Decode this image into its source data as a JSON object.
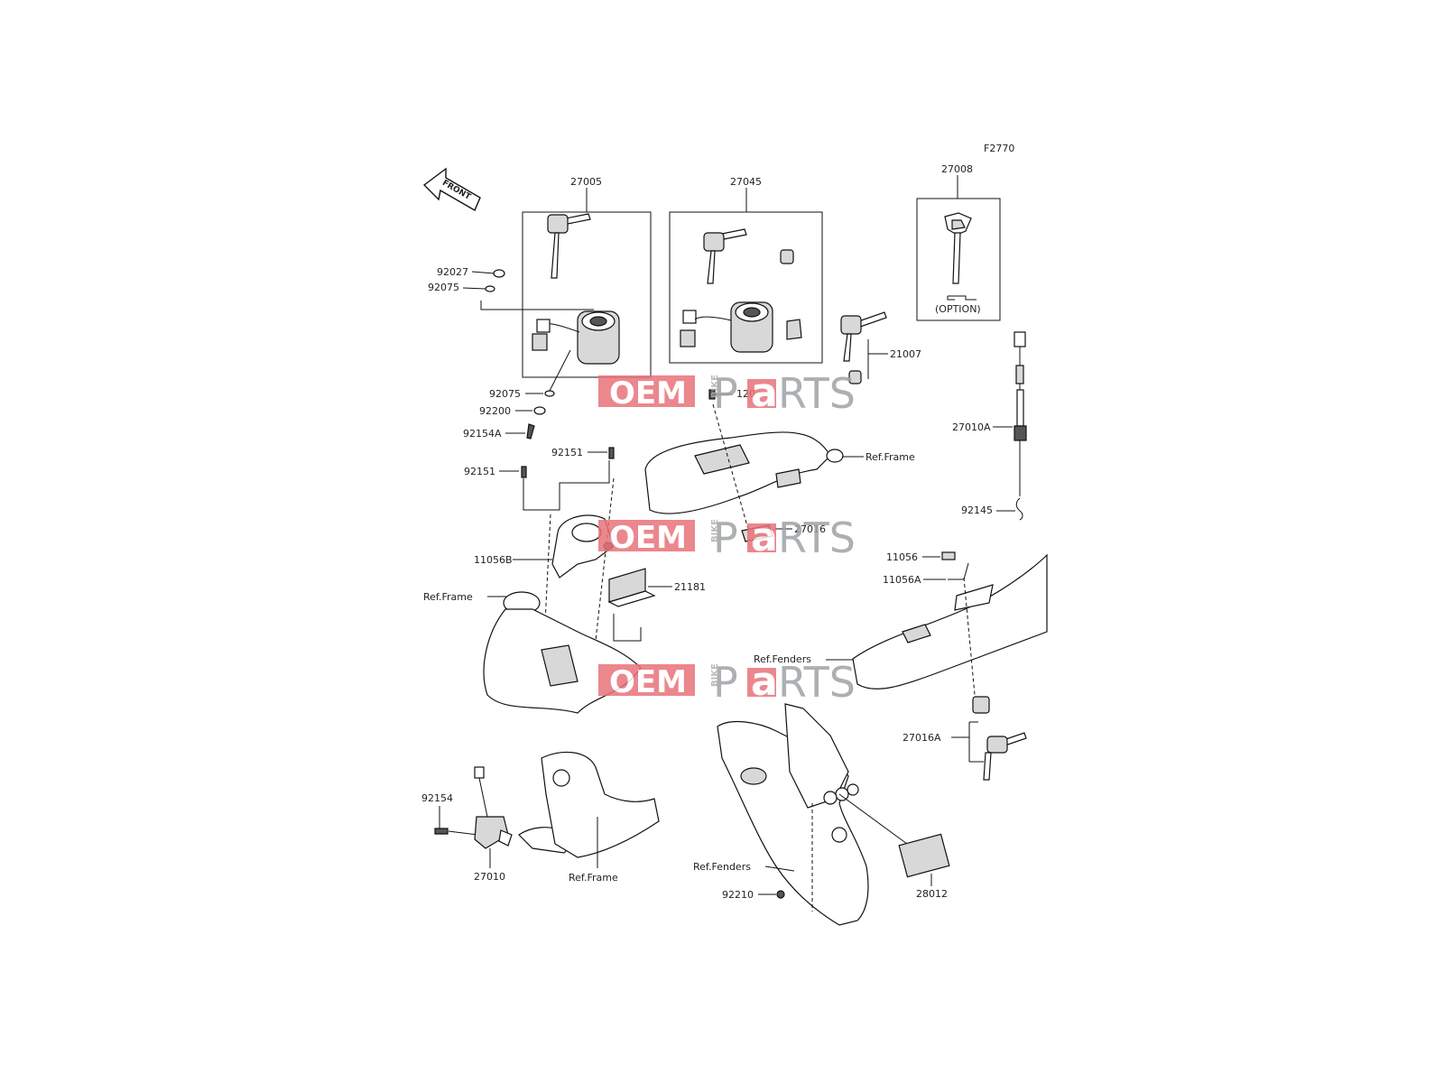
{
  "figure_code": "F2770",
  "front_arrow": "FRONT",
  "option_label": "(OPTION)",
  "parts": {
    "p27005": "27005",
    "p27045": "27045",
    "p27008": "27008",
    "p92027": "92027",
    "p92075a": "92075",
    "p92075b": "92075",
    "p92200": "92200",
    "p92154A": "92154A",
    "p92151a": "92151",
    "p92151b": "92151",
    "p120": "120",
    "p21007": "21007",
    "p27010A": "27010A",
    "p92145": "92145",
    "p27016": "27016",
    "p11056B": "11056B",
    "p21181": "21181",
    "p11056": "11056",
    "p11056A": "11056A",
    "p27016A": "27016A",
    "p92154": "92154",
    "p27010": "27010",
    "p28012": "28012",
    "p92210": "92210"
  },
  "refs": {
    "frame1": "Ref.Frame",
    "frame2": "Ref.Frame",
    "frame3": "Ref.Frame",
    "fenders1": "Ref.Fenders",
    "fenders2": "Ref.Fenders"
  },
  "watermark": {
    "oem": "OEM",
    "bike": "BIKE",
    "p": "P",
    "a": "a",
    "rts": "RTS",
    "accent": "#e8737a"
  }
}
